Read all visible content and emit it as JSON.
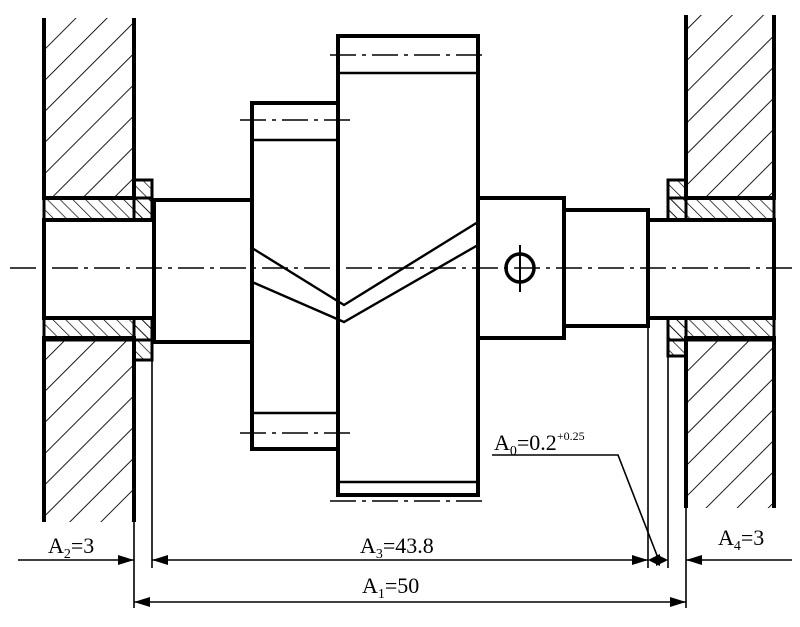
{
  "dimensions": {
    "a2": {
      "symbol": "A",
      "index": "2",
      "value": "=3"
    },
    "a3": {
      "symbol": "A",
      "index": "3",
      "value": "=43.8"
    },
    "a4": {
      "symbol": "A",
      "index": "4",
      "value": "=3"
    },
    "a1": {
      "symbol": "A",
      "index": "1",
      "value": "=50"
    },
    "a0": {
      "symbol": "A",
      "index": "0",
      "value": "=0.2",
      "tolerance": "+0.25"
    }
  }
}
